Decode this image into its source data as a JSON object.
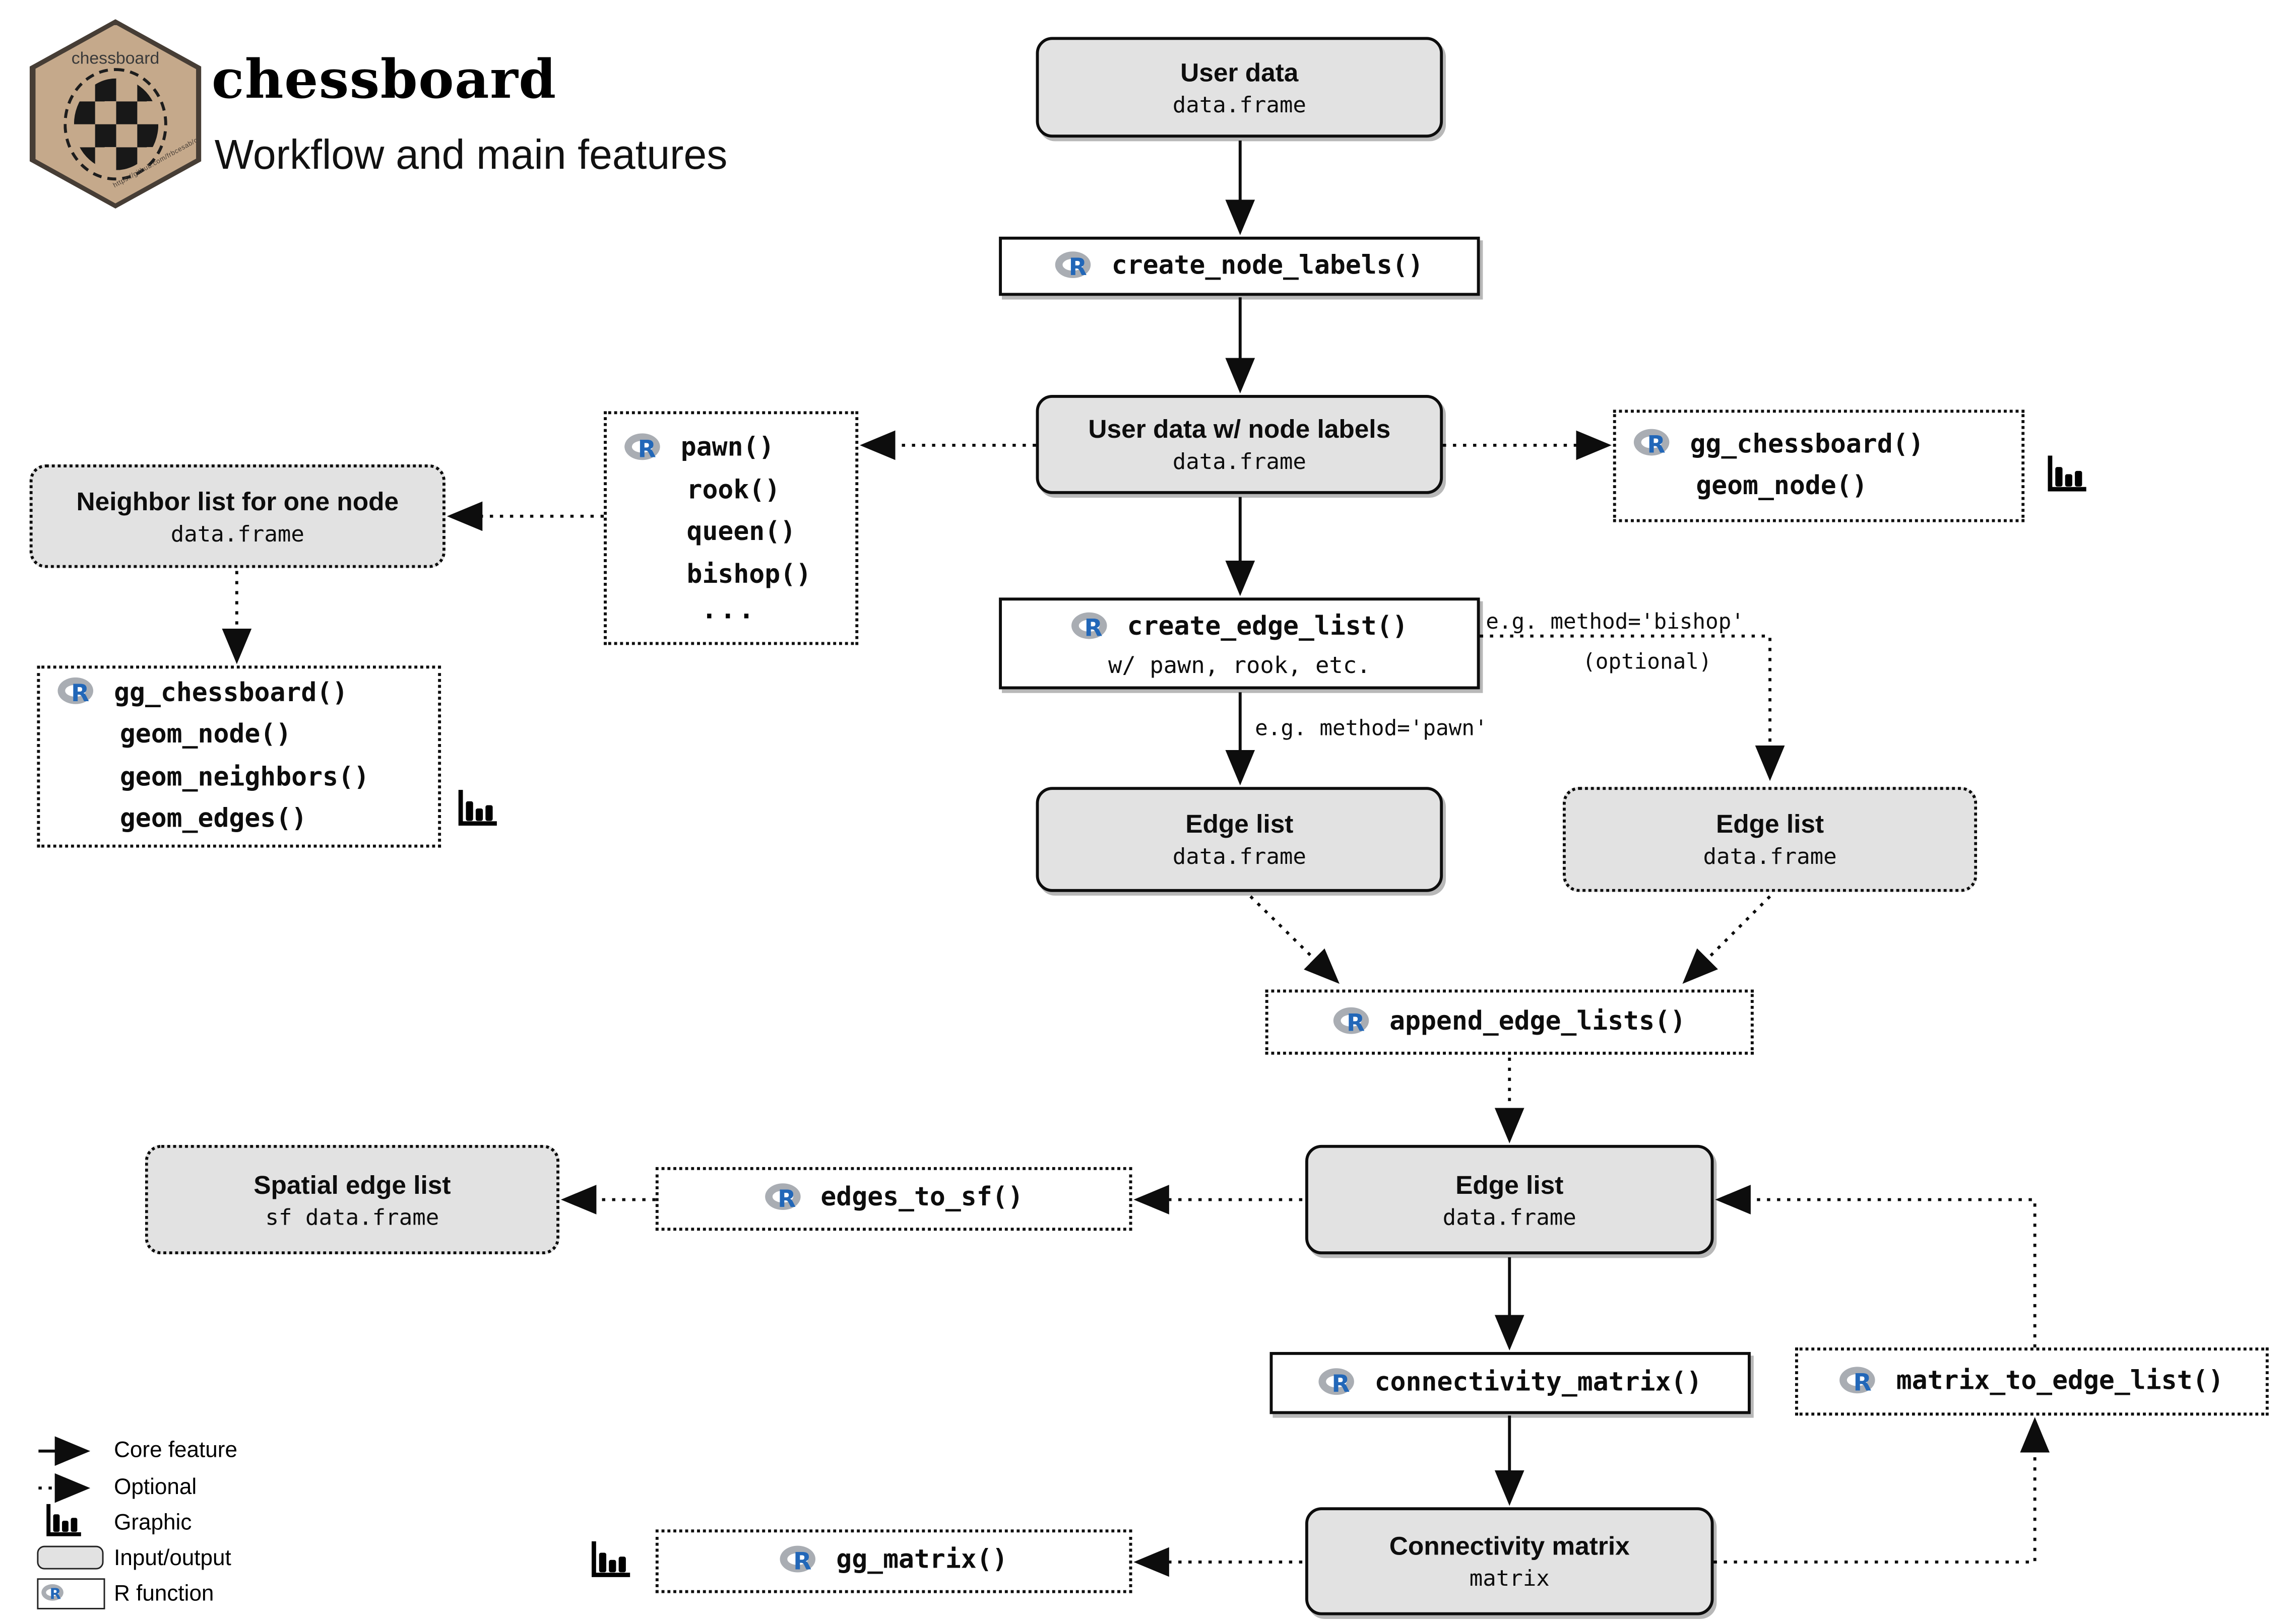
{
  "header": {
    "logo_label": "chessboard",
    "logo_url": "https://github.com/frbcesab/chessboard",
    "title": "chessboard",
    "subtitle": "Workflow and main features"
  },
  "r_logo": {
    "letter": "R"
  },
  "nodes": {
    "user_data": {
      "title": "User data",
      "type": "data.frame"
    },
    "create_node_labels": {
      "label": "create_node_labels()"
    },
    "user_data_labels": {
      "title": "User data w/ node labels",
      "type": "data.frame"
    },
    "pieces": {
      "items": [
        "pawn()",
        "rook()",
        "queen()",
        "bishop()",
        "..."
      ]
    },
    "gg_chessboard_top": {
      "lines": [
        "gg_chessboard()",
        "geom_node()"
      ]
    },
    "neighbor_list": {
      "title": "Neighbor list for one node",
      "type": "data.frame"
    },
    "gg_chessboard_left": {
      "lines": [
        "gg_chessboard()",
        "geom_node()",
        "geom_neighbors()",
        "geom_edges()"
      ]
    },
    "create_edge_list": {
      "label": "create_edge_list()",
      "note": "w/ pawn, rook, etc."
    },
    "edge_list_left": {
      "title": "Edge list",
      "type": "data.frame"
    },
    "edge_list_right": {
      "title": "Edge list",
      "type": "data.frame"
    },
    "append_edge_lists": {
      "label": "append_edge_lists()"
    },
    "edge_list_main": {
      "title": "Edge list",
      "type": "data.frame"
    },
    "edges_to_sf": {
      "label": "edges_to_sf()"
    },
    "spatial_edge_list": {
      "title": "Spatial edge list",
      "type": "sf data.frame"
    },
    "connectivity_matrix_fn": {
      "label": "connectivity_matrix()"
    },
    "connectivity_matrix": {
      "title": "Connectivity matrix",
      "type": "matrix"
    },
    "matrix_to_edge_list": {
      "label": "matrix_to_edge_list()"
    },
    "gg_matrix": {
      "label": "gg_matrix()"
    }
  },
  "edge_labels": {
    "method_bishop": "e.g. method='bishop'",
    "optional": "(optional)",
    "method_pawn": "e.g. method='pawn'"
  },
  "legend": {
    "core": "Core feature",
    "optional": "Optional",
    "graphic": "Graphic",
    "input_output": "Input/output",
    "r_function": "R function"
  },
  "colors": {
    "io_fill": "#e2e2e2",
    "hex_fill": "#c5a98b",
    "hex_border": "#463d35",
    "r_blue": "#2267b8",
    "r_ring": "#a9adb3"
  }
}
